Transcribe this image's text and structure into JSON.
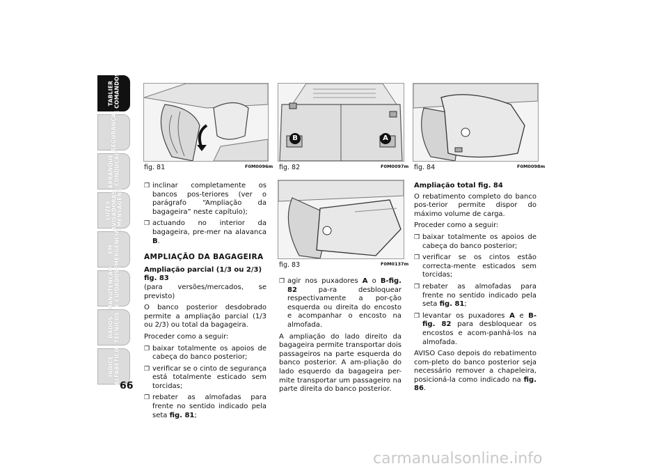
{
  "tabs": [
    {
      "label": "TABLIER\nE COMANDOS",
      "active": true
    },
    {
      "label": "SEGURANÇA",
      "active": false
    },
    {
      "label": "ARRANQUE\nE CONDUÇÃO",
      "active": false
    },
    {
      "label": "LUZES\nAVISADORAS\nE MENSAGENS",
      "active": false
    },
    {
      "label": "EM\nEMERGÊNCIA",
      "active": false
    },
    {
      "label": "MANUTENÇÃO\nE CUIDADOS",
      "active": false
    },
    {
      "label": "DADOS\nTÉCNICOS",
      "active": false
    },
    {
      "label": "ÍNDICE\nALFABÉTICO",
      "active": false
    }
  ],
  "page_number": "66",
  "figures": {
    "fig81": {
      "caption": "fig. 81",
      "code": "F0M0096m"
    },
    "fig82": {
      "caption": "fig. 82",
      "code": "F0M0097m",
      "label_a": "A",
      "label_b": "B"
    },
    "fig84": {
      "caption": "fig. 84",
      "code": "F0M0098m"
    },
    "fig83": {
      "caption": "fig. 83",
      "code": "F0M0137m"
    }
  },
  "col1": {
    "b1_pre": "inclinar completamente os bancos pos-teriores (ver o parágrafo “Ampliação da bagageira” neste capítulo);",
    "b2_pre": "actuando no interior da bagageira, pre-mer na alavanca ",
    "b2_bold": "B",
    "b2_post": ".",
    "heading": "AMPLIAÇÃO DA BAGAGEIRA",
    "subheading": "Ampliação parcial (1/3 ou 2/3)",
    "subheading2": "fig. 83",
    "note": "(para versões/mercados, se previsto)",
    "p1": "O banco posterior desdobrado permite a ampliação parcial (1/3 ou 2/3) ou total da bagageira.",
    "p2": "Proceder como a seguir:",
    "b3": "baixar totalmente os apoios de cabeça do banco posterior;",
    "b4": "verificar se o cinto de segurança está totalmente esticado sem torcidas;",
    "b5_pre": "rebater as almofadas para frente no sentido indicado pela seta ",
    "b5_bold": "fig. 81",
    "b5_post": ";"
  },
  "col2": {
    "b1_pre": "agir nos puxadores ",
    "b1_a": "A",
    "b1_mid": " o ",
    "b1_b": "B-fig. 82",
    "b1_post": " pa-ra desbloquear respectivamente a por-ção esquerda ou direita do encosto e acompanhar o encosto na almofada.",
    "p1": "A ampliação do lado direito da bagageira permite transportar dois passageiros na parte esquerda do banco posterior. A am-pliação do lado esquerdo da bagageira per-mite transportar um passageiro na parte direita do banco posterior."
  },
  "col3": {
    "heading": "Ampliação total fig. 84",
    "p1": "O rebatimento completo do banco pos-terior permite dispor do máximo volume de carga.",
    "p2": "Proceder como a seguir:",
    "b1": "baixar totalmente os apoios de cabeça do banco posterior;",
    "b2": "verificar se os cintos estão correcta-mente esticados sem torcidas;",
    "b3_pre": "rebater as almofadas para frente no sentido indicado pela seta ",
    "b3_bold": "fig. 81",
    "b3_post": ";",
    "b4_pre": "levantar os puxadores ",
    "b4_a": "A",
    "b4_mid": " e ",
    "b4_b": "B-fig. 82",
    "b4_post": " para desbloquear os encostos e acom-panhá-los na almofada.",
    "p3_pre": "AVISO Caso depois do rebatimento com-pleto do banco posterior seja necessário remover a chapeleira, posicioná-la como indicado na ",
    "p3_bold": "fig. 86",
    "p3_post": "."
  },
  "bullet_mark": "❒",
  "watermark": "carmanualsonline.info"
}
